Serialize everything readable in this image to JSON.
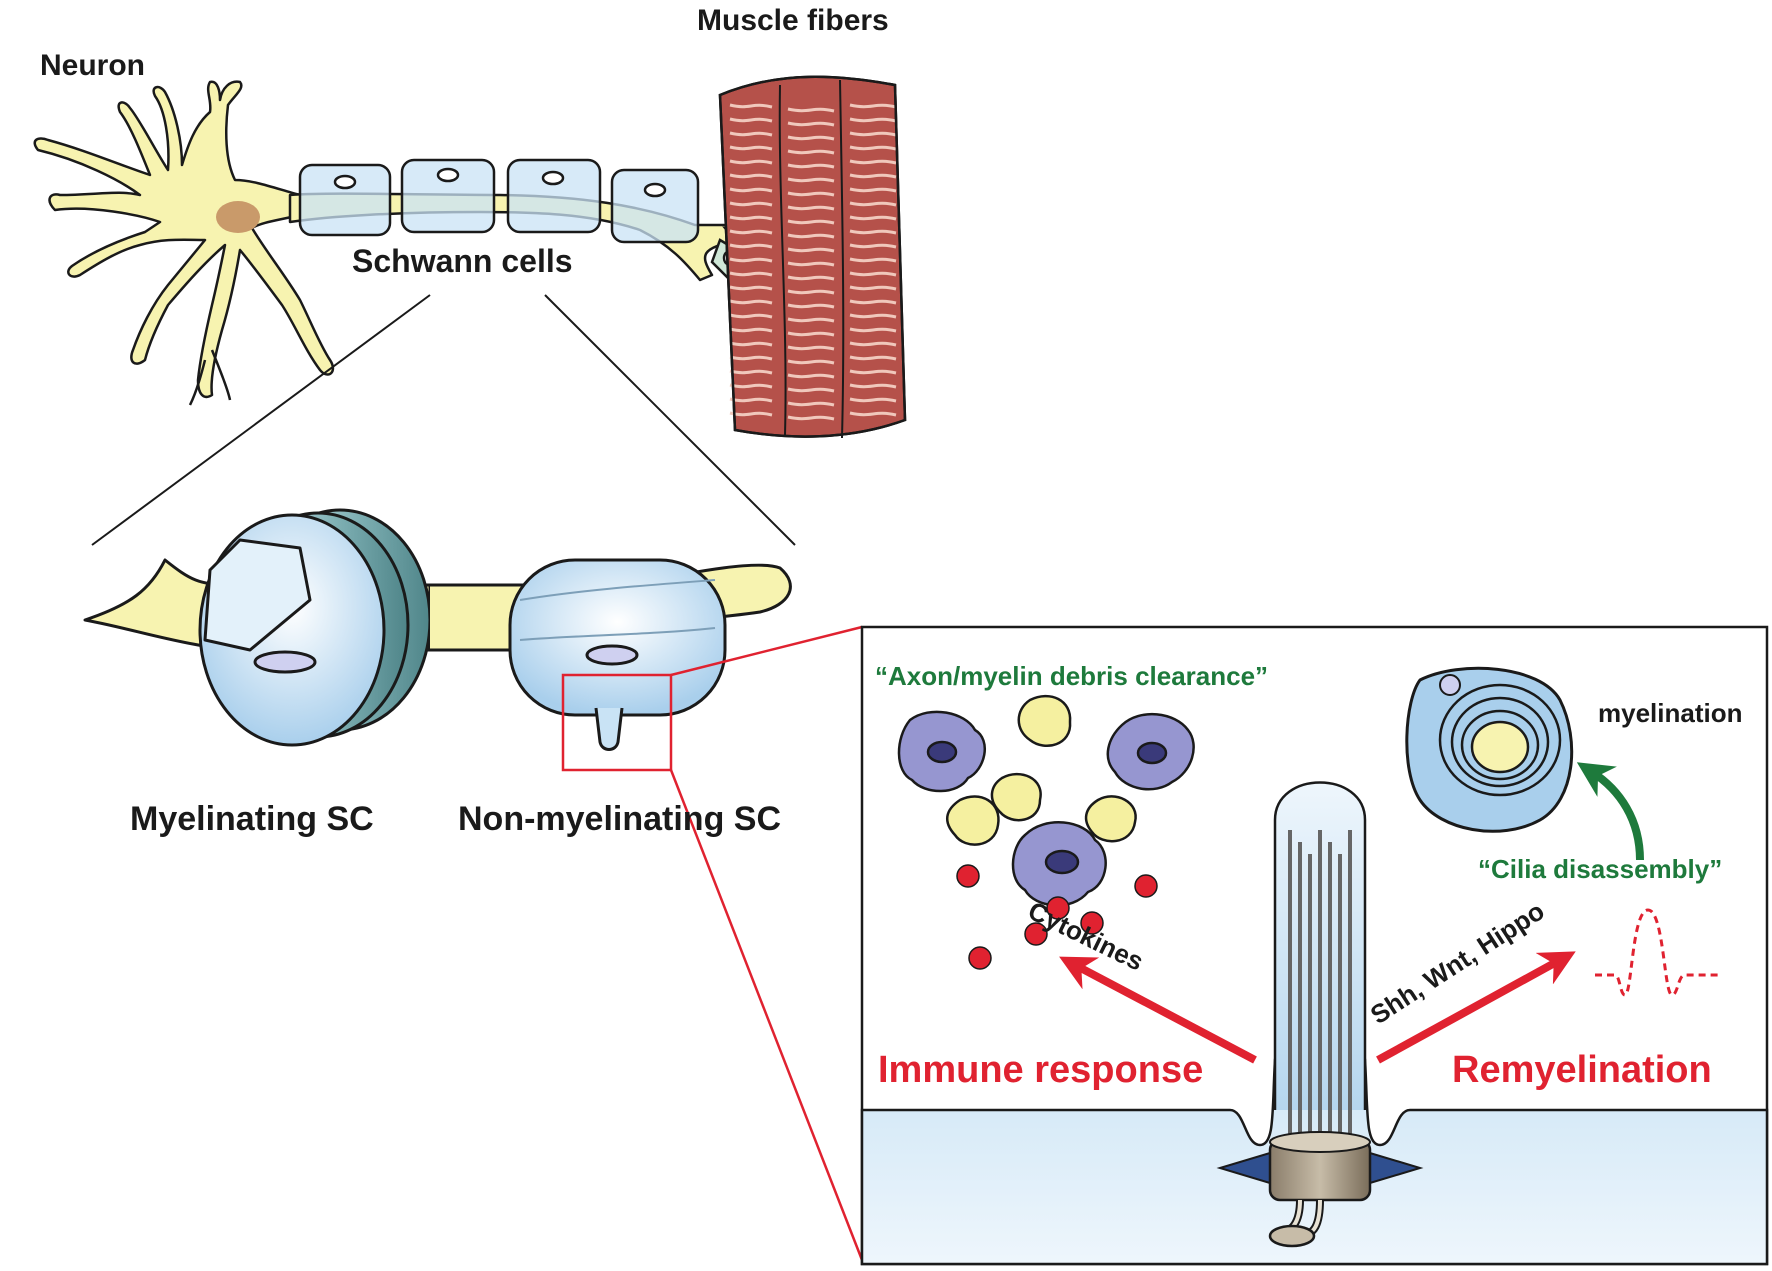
{
  "labels": {
    "neuron": "Neuron",
    "muscle_fibers": "Muscle fibers",
    "schwann_cells": "Schwann cells",
    "myelinating_sc": "Myelinating SC",
    "non_myelinating_sc": "Non-myelinating SC",
    "debris_clearance": "“Axon/myelin debris clearance”",
    "myelination": "myelination",
    "cilia_disassembly": "“Cilia disassembly”",
    "cytokines": "Cytokines",
    "shh_wnt_hippo": "Shh, Wnt, Hippo",
    "immune_response": "Immune response",
    "remyelination": "Remyelination"
  },
  "colors": {
    "axon": "#f7f3b0",
    "schwann": "#c9e3f5",
    "muscle": "#b5514a",
    "macrophage": "#9696d0",
    "debris": "#f5f0a0",
    "cytokine": "#e02230",
    "green_text": "#1e7a3c",
    "red_text": "#e02230",
    "inset_border": "#e02230"
  }
}
